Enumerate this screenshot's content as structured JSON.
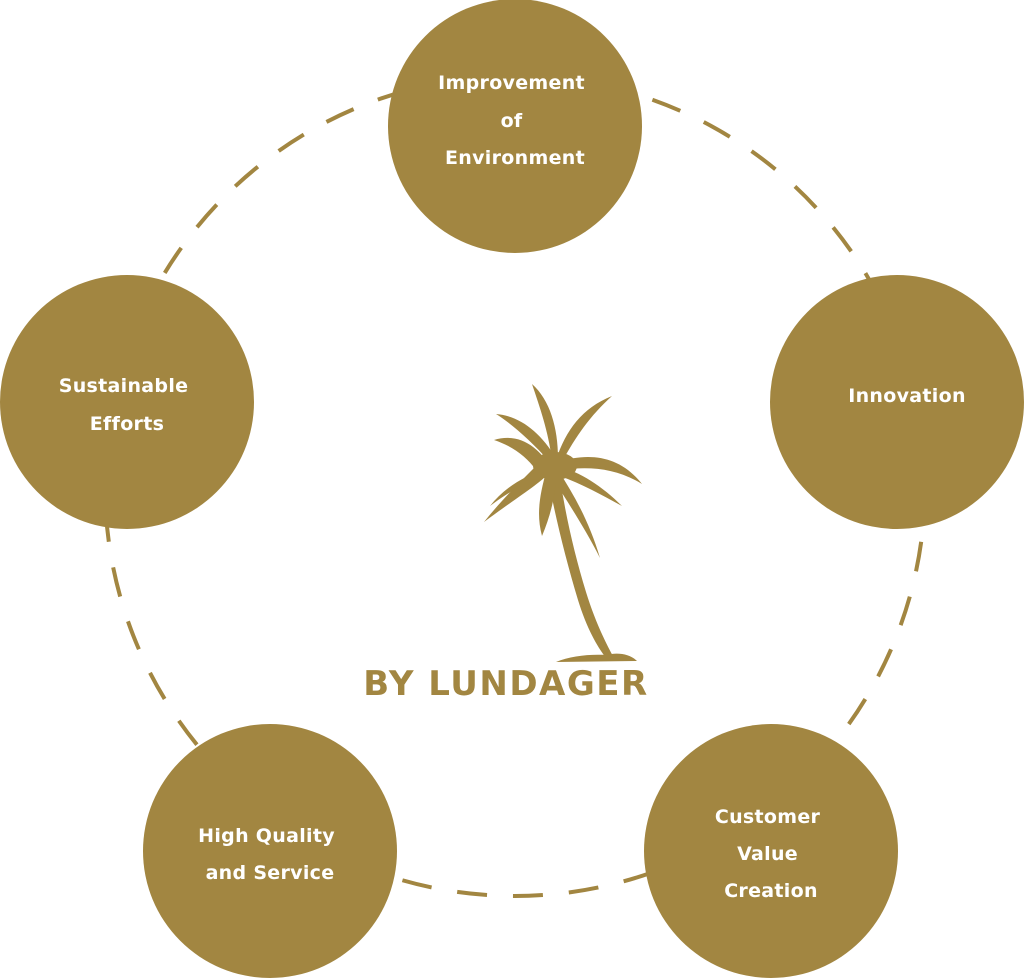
{
  "colors": {
    "primary": "#a28641",
    "background": "#ffffff",
    "label_text": "#ffffff"
  },
  "center": {
    "logo_icon": "palm-tree-icon",
    "brand_text": "BY LUNDAGER"
  },
  "nodes": [
    {
      "id": "improvement-of-environment",
      "lines": [
        "Improvement",
        "of",
        "Environment"
      ]
    },
    {
      "id": "innovation",
      "lines": [
        "Innovation"
      ]
    },
    {
      "id": "customer-value-creation",
      "lines": [
        "Customer",
        "Value",
        "Creation"
      ]
    },
    {
      "id": "high-quality-and-service",
      "lines": [
        "High Quality",
        "and Service"
      ]
    },
    {
      "id": "sustainable-efforts",
      "lines": [
        "Sustainable",
        "Efforts"
      ]
    }
  ],
  "connector_style": "dashed-ring"
}
